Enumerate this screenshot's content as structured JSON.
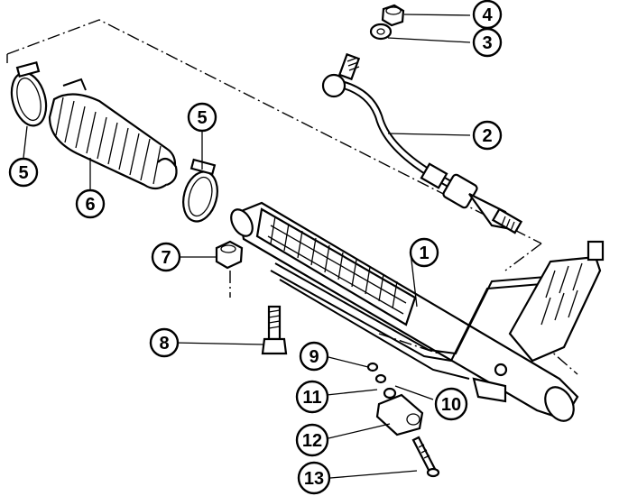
{
  "diagram": {
    "callouts": [
      {
        "id": "c1",
        "label": "1"
      },
      {
        "id": "c2",
        "label": "2"
      },
      {
        "id": "c3",
        "label": "3"
      },
      {
        "id": "c4",
        "label": "4"
      },
      {
        "id": "c5a",
        "label": "5"
      },
      {
        "id": "c5b",
        "label": "5"
      },
      {
        "id": "c6",
        "label": "6"
      },
      {
        "id": "c7",
        "label": "7"
      },
      {
        "id": "c8",
        "label": "8"
      },
      {
        "id": "c9",
        "label": "9"
      },
      {
        "id": "c10",
        "label": "10"
      },
      {
        "id": "c11",
        "label": "11"
      },
      {
        "id": "c12",
        "label": "12"
      },
      {
        "id": "c13",
        "label": "13"
      }
    ]
  }
}
